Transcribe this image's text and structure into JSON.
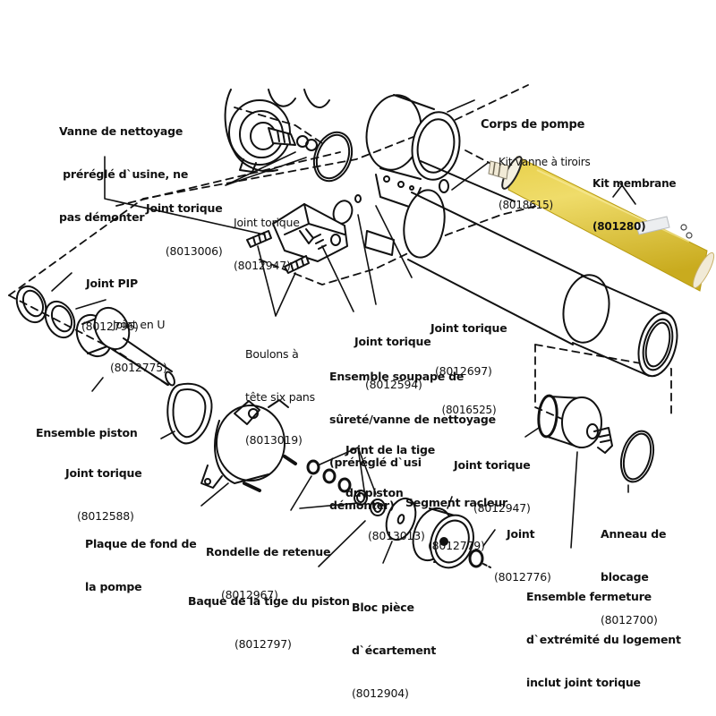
{
  "diagram": {
    "title": "Vue éclatée de la pompe et du kit membrane",
    "colors": {
      "line": "#111111",
      "background": "#ffffff",
      "membrane": "#d9bf2e",
      "membrane_highlight": "#efdc6a",
      "membrane_end": "#f1ead6"
    },
    "labels": {
      "vanne_nettoyage": {
        "lines": [
          "Vanne de nettoyage",
          " préréglé d`usine, ne",
          "pas démonter"
        ]
      },
      "corps_pompe": {
        "lines": [
          "Corps de pompe"
        ]
      },
      "kit_vanne_tiroirs": {
        "lines": [
          "Kit vanne à tiroirs",
          "(8018615)"
        ]
      },
      "kit_membrane": {
        "lines": [
          "Kit membrane",
          "(801280)"
        ]
      },
      "joint_torique_8013006": {
        "lines": [
          "Joint torique",
          "(8013006)"
        ]
      },
      "joint_torique_8012947_top": {
        "lines": [
          "Joint torique",
          "(8012947)"
        ]
      },
      "joint_pip": {
        "lines": [
          "Joint PIP",
          "(8012796)"
        ]
      },
      "joint_en_u": {
        "lines": [
          "Joint en U",
          "(8012775)"
        ]
      },
      "boulons": {
        "lines": [
          "Boulons à",
          "tête six pans",
          "(8013019)"
        ]
      },
      "joint_torique_8012594": {
        "lines": [
          "Joint torique",
          "(8012594)"
        ]
      },
      "joint_torique_8012697": {
        "lines": [
          "Joint torique",
          "(8012697)"
        ]
      },
      "ensemble_soupape": {
        "lines": [
          "Ensemble soupape de",
          "sûreté/vanne de nettoyage",
          "(préréglé d`usi",
          "démonter)"
        ],
        "ref": "(8016525)"
      },
      "ensemble_piston": {
        "lines": [
          "Ensemble piston"
        ]
      },
      "joint_torique_8012588": {
        "lines": [
          "Joint torique",
          "(8012588)"
        ]
      },
      "joint_tige_piston": {
        "lines": [
          "Joint de la tige",
          "du piston",
          "(8013013)"
        ]
      },
      "joint_torique_8012947_bottom": {
        "lines": [
          "Joint torique",
          "(8012947)"
        ]
      },
      "segment_racleur": {
        "lines": [
          "Segment racleur",
          "(8012779)"
        ]
      },
      "plaque_fond": {
        "lines": [
          "Plaque de fond de",
          "la pompe"
        ]
      },
      "rondelle_retenue": {
        "lines": [
          "Rondelle de retenue",
          "(8012967)"
        ]
      },
      "joint_8012776": {
        "lines": [
          "Joint",
          "(8012776)"
        ]
      },
      "anneau_blocage": {
        "lines": [
          "Anneau de",
          "blocage",
          "(8012700)"
        ]
      },
      "baque_tige": {
        "lines": [
          "Baque de la tige du piston",
          "(8012797)"
        ]
      },
      "bloc_ecartement": {
        "lines": [
          "Bloc pièce",
          "d`écartement",
          "(8012904)"
        ]
      },
      "ensemble_fermeture": {
        "lines": [
          "Ensemble fermeture",
          "d`extrémité du logement",
          "inclut joint torique"
        ]
      }
    }
  }
}
